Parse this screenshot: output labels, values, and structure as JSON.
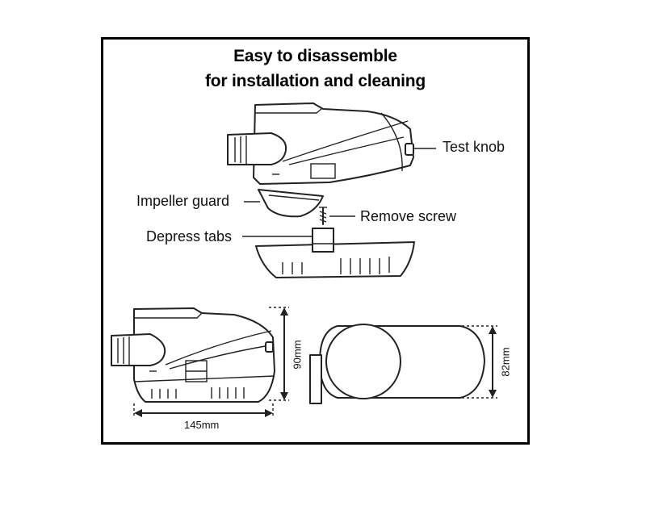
{
  "diagram": {
    "title_line1": "Easy to disassemble",
    "title_line2": "for installation and cleaning",
    "labels": {
      "test_knob": "Test knob",
      "impeller_guard": "Impeller guard",
      "remove_screw": "Remove screw",
      "depress_tabs": "Depress tabs"
    },
    "dimensions": {
      "length": "145mm",
      "height": "90mm",
      "width": "82mm"
    }
  }
}
